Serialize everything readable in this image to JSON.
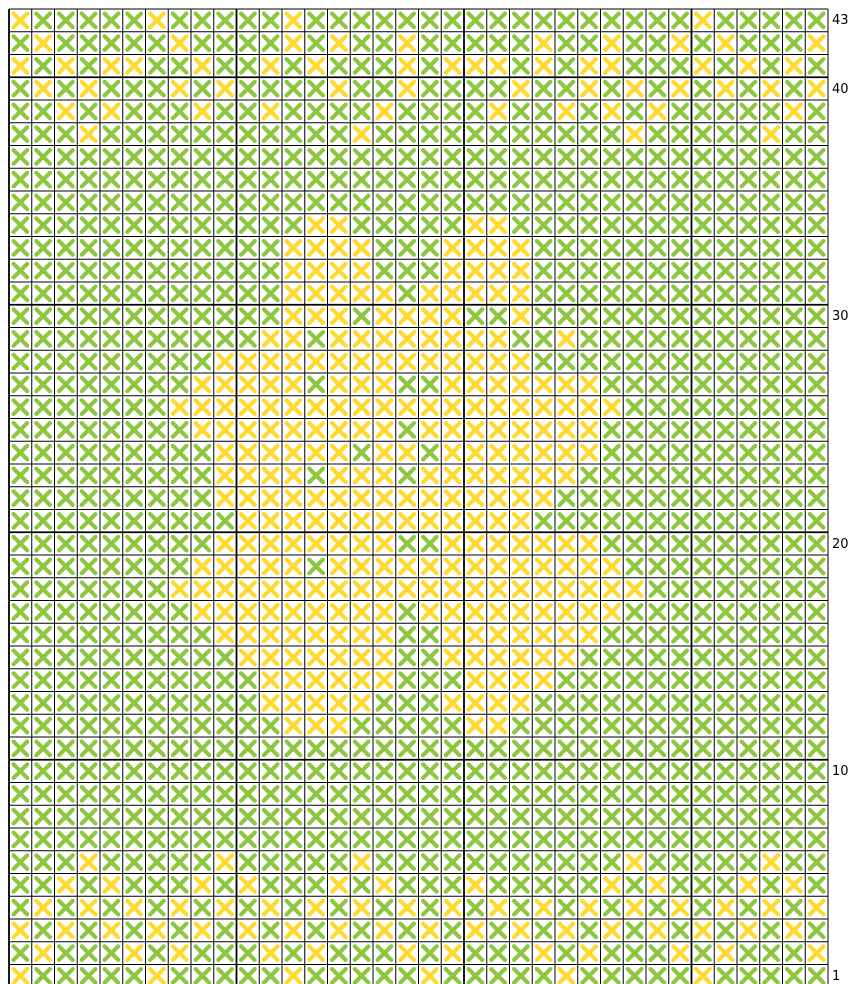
{
  "chart": {
    "rows": 43,
    "cols": 36,
    "colors": {
      "green": "#8dc63f",
      "yellow": "#ffd92e",
      "grid": "#000000",
      "cell_bg": "#ffffff"
    },
    "symbol": "cross-stitch-x",
    "row_labels": [
      {
        "row": 43,
        "text": "43"
      },
      {
        "row": 40,
        "text": "40"
      },
      {
        "row": 30,
        "text": "30"
      },
      {
        "row": 20,
        "text": "20"
      },
      {
        "row": 10,
        "text": "10"
      },
      {
        "row": 1,
        "text": "1"
      }
    ],
    "yellow_cells": [
      "43:1",
      "43:7",
      "43:13",
      "43:31",
      "42:2",
      "42:8",
      "42:13",
      "42:15",
      "42:18",
      "42:24",
      "42:27",
      "42:30",
      "42:32",
      "42:36",
      "41:1",
      "41:3",
      "41:5",
      "41:6",
      "41:9",
      "41:12",
      "41:14",
      "41:18",
      "41:20",
      "41:21",
      "41:22",
      "41:24",
      "41:26",
      "41:27",
      "41:31",
      "41:33",
      "41:35",
      "40:2",
      "40:4",
      "40:8",
      "40:10",
      "40:15",
      "40:18",
      "40:23",
      "40:26",
      "40:28",
      "40:30",
      "40:32",
      "40:34",
      "40:36",
      "39:3",
      "39:5",
      "39:9",
      "39:12",
      "39:17",
      "39:22",
      "39:25",
      "39:27",
      "39:29",
      "39:35",
      "38:4",
      "38:16",
      "38:28",
      "38:34",
      "34:14",
      "34:15",
      "34:21",
      "34:22",
      "33:13",
      "33:14",
      "33:15",
      "33:16",
      "33:20",
      "33:21",
      "33:22",
      "33:23",
      "32:13",
      "32:14",
      "32:15",
      "32:16",
      "32:20",
      "32:21",
      "32:22",
      "32:23",
      "31:13",
      "31:14",
      "31:15",
      "31:16",
      "31:17",
      "31:19",
      "31:20",
      "31:21",
      "31:22",
      "31:23",
      "30:13",
      "30:14",
      "30:15",
      "30:17",
      "30:18",
      "30:19",
      "30:20",
      "30:23",
      "29:12",
      "29:13",
      "29:15",
      "29:16",
      "29:17",
      "29:18",
      "29:19",
      "29:20",
      "29:21",
      "29:22",
      "29:25",
      "28:10",
      "28:11",
      "28:12",
      "28:13",
      "28:14",
      "28:15",
      "28:16",
      "28:17",
      "28:18",
      "28:19",
      "28:20",
      "28:21",
      "28:22",
      "28:23",
      "27:9",
      "27:10",
      "27:11",
      "27:12",
      "27:13",
      "27:15",
      "27:16",
      "27:17",
      "27:20",
      "27:21",
      "27:22",
      "27:23",
      "27:24",
      "27:25",
      "27:26",
      "26:8",
      "26:9",
      "26:10",
      "26:11",
      "26:12",
      "26:13",
      "26:14",
      "26:15",
      "26:16",
      "26:17",
      "26:18",
      "26:19",
      "26:20",
      "26:21",
      "26:22",
      "26:23",
      "26:24",
      "26:25",
      "26:26",
      "26:27",
      "25:9",
      "25:10",
      "25:11",
      "25:12",
      "25:13",
      "25:14",
      "25:15",
      "25:16",
      "25:17",
      "25:19",
      "25:20",
      "25:21",
      "25:22",
      "25:23",
      "25:24",
      "25:25",
      "25:26",
      "24:10",
      "24:11",
      "24:12",
      "24:13",
      "24:14",
      "24:15",
      "24:17",
      "24:18",
      "24:20",
      "24:21",
      "24:22",
      "24:23",
      "24:24",
      "24:25",
      "24:26",
      "23:10",
      "23:11",
      "23:12",
      "23:13",
      "23:15",
      "23:16",
      "23:17",
      "23:19",
      "23:20",
      "23:21",
      "23:22",
      "23:23",
      "23:24",
      "23:25",
      "22:10",
      "22:11",
      "22:12",
      "22:13",
      "22:14",
      "22:15",
      "22:16",
      "22:17",
      "22:18",
      "22:19",
      "22:20",
      "22:21",
      "22:22",
      "22:23",
      "22:24",
      "21:11",
      "21:12",
      "21:13",
      "21:14",
      "21:15",
      "21:16",
      "21:17",
      "21:18",
      "21:19",
      "21:20",
      "21:21",
      "21:22",
      "21:23",
      "20:10",
      "20:11",
      "20:12",
      "20:13",
      "20:14",
      "20:15",
      "20:16",
      "20:17",
      "20:20",
      "20:21",
      "20:22",
      "20:23",
      "20:24",
      "20:25",
      "20:26",
      "19:9",
      "19:10",
      "19:11",
      "19:12",
      "19:13",
      "19:15",
      "19:16",
      "19:17",
      "19:18",
      "19:19",
      "19:20",
      "19:21",
      "19:22",
      "19:23",
      "19:24",
      "19:25",
      "19:26",
      "19:27",
      "18:8",
      "18:9",
      "18:10",
      "18:11",
      "18:12",
      "18:13",
      "18:14",
      "18:15",
      "18:16",
      "18:17",
      "18:18",
      "18:19",
      "18:20",
      "18:21",
      "18:22",
      "18:23",
      "18:24",
      "18:25",
      "18:26",
      "18:27",
      "18:28",
      "17:9",
      "17:10",
      "17:11",
      "17:12",
      "17:13",
      "17:14",
      "17:15",
      "17:16",
      "17:17",
      "17:19",
      "17:20",
      "17:21",
      "17:22",
      "17:23",
      "17:24",
      "17:25",
      "17:26",
      "17:27",
      "16:10",
      "16:11",
      "16:12",
      "16:13",
      "16:14",
      "16:15",
      "16:16",
      "16:17",
      "16:20",
      "16:21",
      "16:22",
      "16:23",
      "16:24",
      "16:25",
      "16:26",
      "15:11",
      "15:12",
      "15:13",
      "15:14",
      "15:15",
      "15:16",
      "15:17",
      "15:20",
      "15:21",
      "15:22",
      "15:23",
      "15:24",
      "15:25",
      "14:12",
      "14:13",
      "14:14",
      "14:15",
      "14:16",
      "14:17",
      "14:21",
      "14:22",
      "14:23",
      "14:24",
      "13:12",
      "13:13",
      "13:14",
      "13:15",
      "13:16",
      "13:20",
      "13:21",
      "13:22",
      "13:23",
      "12:13",
      "13:14",
      "12:14",
      "12:15",
      "12:21",
      "12:22",
      "6:4",
      "6:10",
      "6:16",
      "6:28",
      "6:34",
      "5:3",
      "5:5",
      "5:9",
      "5:11",
      "5:15",
      "5:17",
      "5:21",
      "5:27",
      "5:29",
      "5:33",
      "5:35",
      "4:2",
      "4:4",
      "4:6",
      "4:8",
      "4:10",
      "4:12",
      "4:14",
      "4:16",
      "4:18",
      "4:20",
      "4:22",
      "4:24",
      "4:26",
      "4:28",
      "4:30",
      "4:32",
      "4:34",
      "4:36",
      "3:1",
      "3:3",
      "3:5",
      "3:7",
      "3:9",
      "3:11",
      "3:13",
      "3:15",
      "3:17",
      "3:19",
      "3:21",
      "3:23",
      "3:25",
      "3:27",
      "3:29",
      "3:31",
      "3:33",
      "3:35",
      "2:2",
      "2:6",
      "2:8",
      "2:12",
      "2:14",
      "2:18",
      "2:20",
      "2:24",
      "2:26",
      "2:30",
      "2:32",
      "2:36",
      "1:1",
      "1:7",
      "1:13",
      "1:19",
      "1:25",
      "1:31"
    ]
  }
}
